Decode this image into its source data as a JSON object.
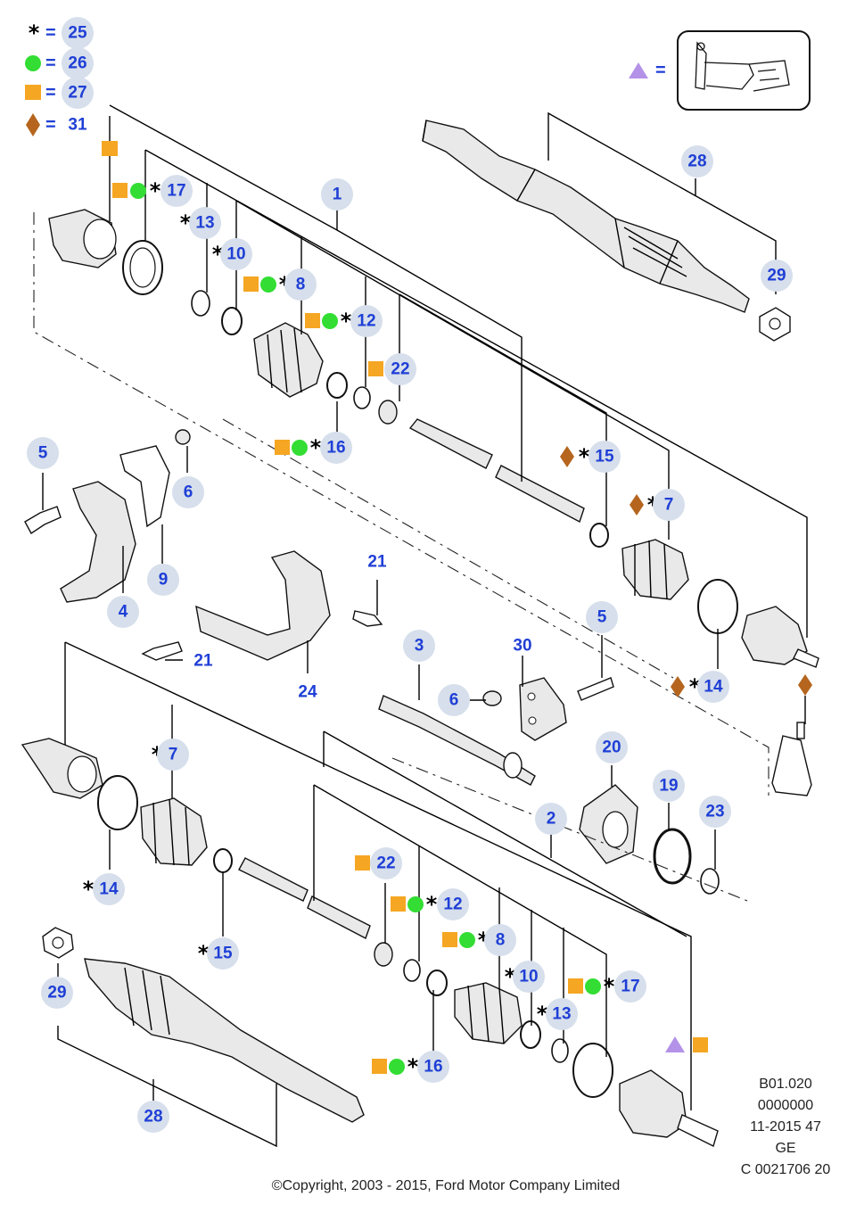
{
  "legend": {
    "star_value": "25",
    "circle_value": "26",
    "square_value": "27",
    "diamond_value": "31",
    "equals": "="
  },
  "callouts": {
    "c1": "1",
    "c2": "2",
    "c3": "3",
    "c4": "4",
    "c5a": "5",
    "c5b": "5",
    "c6a": "6",
    "c6b": "6",
    "c7a": "7",
    "c7b": "7",
    "c8a": "8",
    "c8b": "8",
    "c9": "9",
    "c10a": "10",
    "c10b": "10",
    "c12a": "12",
    "c12b": "12",
    "c13a": "13",
    "c13b": "13",
    "c14a": "14",
    "c14b": "14",
    "c15a": "15",
    "c15b": "15",
    "c16a": "16",
    "c16b": "16",
    "c17a": "17",
    "c17b": "17",
    "c19": "19",
    "c20": "20",
    "c21a": "21",
    "c21b": "21",
    "c22a": "22",
    "c22b": "22",
    "c23": "23",
    "c24": "24",
    "c28a": "28",
    "c28b": "28",
    "c29a": "29",
    "c29b": "29",
    "c30": "30"
  },
  "reference_block": {
    "line1": "B01.020",
    "line2": "0000000",
    "line3": "11-2015 47",
    "line4": "GE",
    "line5": "C 0021706 20"
  },
  "copyright": "©Copyright, 2003 - 2015, Ford Motor Company Limited",
  "colors": {
    "callout_text": "#1f3fd6",
    "callout_bubble": "#d6dfeb",
    "square_marker": "#f5a623",
    "circle_marker": "#33dd33",
    "diamond_marker": "#b5651d",
    "triangle_marker": "#b392e8"
  }
}
